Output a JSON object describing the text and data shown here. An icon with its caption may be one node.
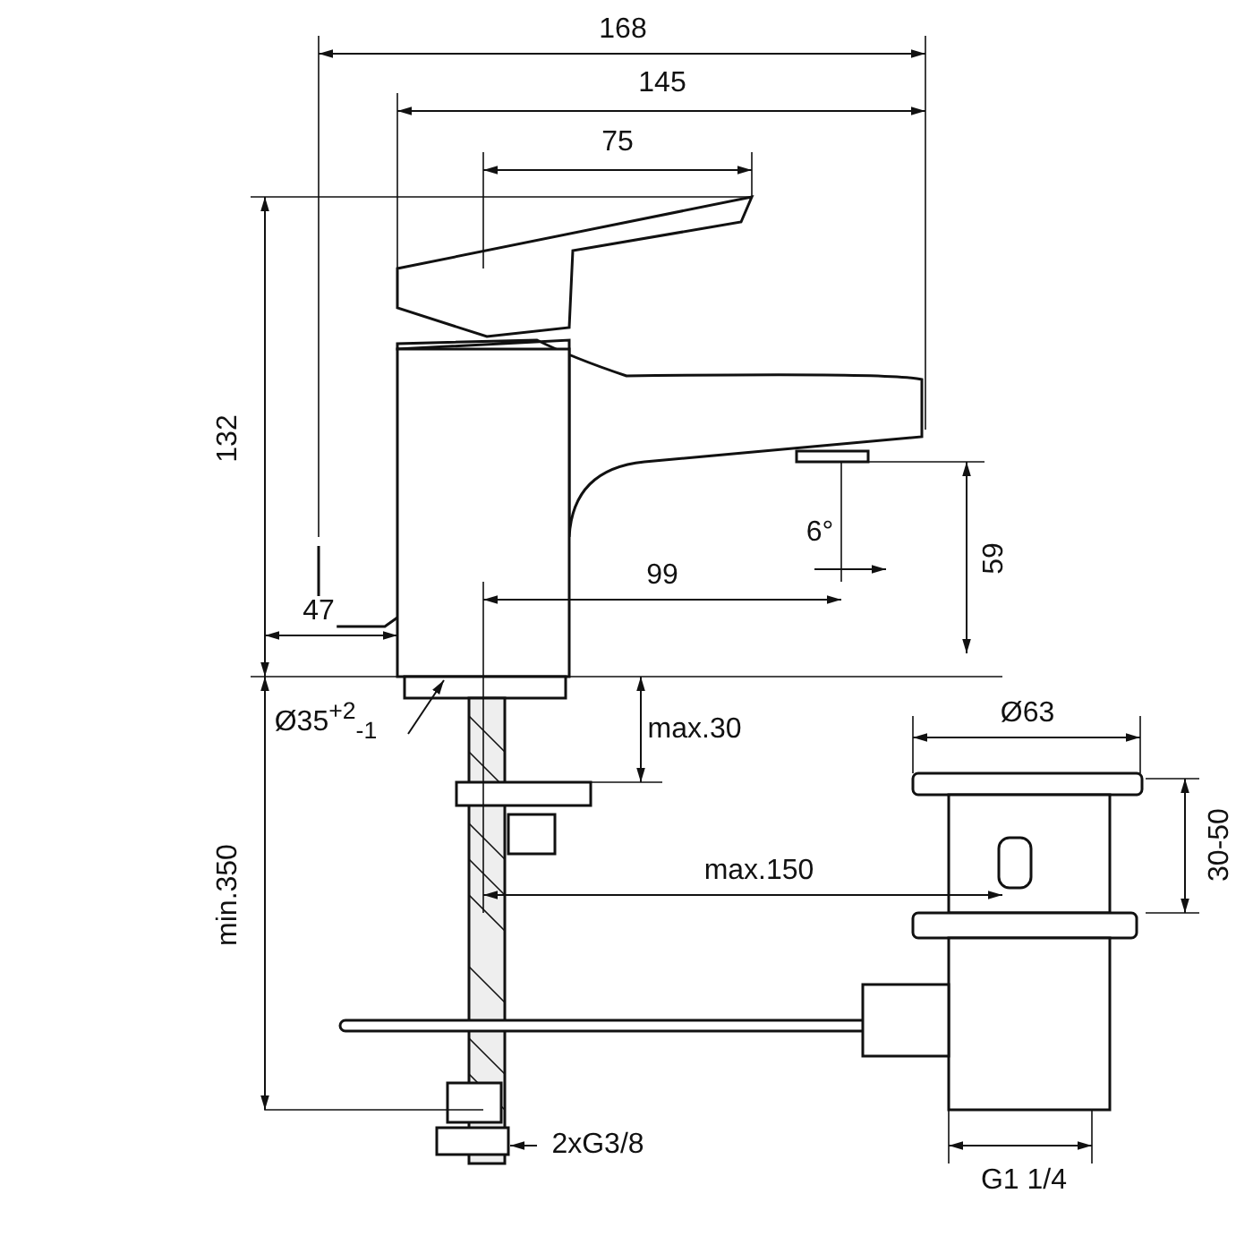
{
  "diagram": {
    "labels": [
      "168",
      "145",
      "75",
      "132",
      "47",
      "99",
      "6°",
      "59",
      "Ø35$^{+2}$$_{-1}$",
      "max.30",
      "Ø63",
      "30-50",
      "max.150",
      "min.350",
      "G1 1/4",
      "2xG3/8"
    ]
  }
}
